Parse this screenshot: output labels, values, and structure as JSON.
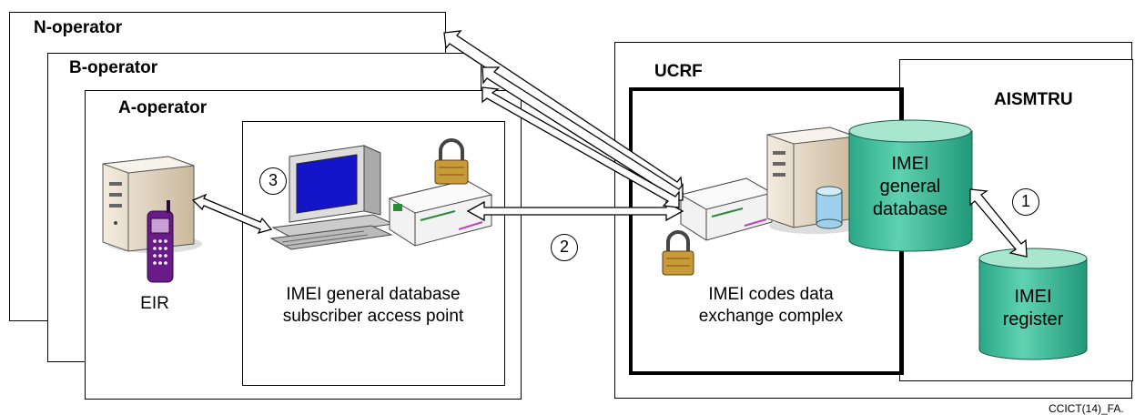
{
  "operators": {
    "n": {
      "label": "N-operator"
    },
    "b": {
      "label": "B-operator"
    },
    "a": {
      "label": "A-operator"
    }
  },
  "eir": {
    "label": "EIR"
  },
  "access_point": {
    "label": "IMEI general database subscriber access point"
  },
  "ucrf": {
    "label": "UCRF"
  },
  "exchange": {
    "label": "IMEI codes data exchange complex"
  },
  "aismtru": {
    "label": "AISMTRU"
  },
  "general_db": {
    "label": "IMEI general database"
  },
  "register_db": {
    "label": "IMEI register"
  },
  "steps": {
    "one": "1",
    "two": "2",
    "three": "3"
  },
  "footer_ref": "CCICT(14)_FA.",
  "colors": {
    "db_fill": "#3cbf9a",
    "db_top": "#a8e6cf",
    "screen": "#1414c8",
    "server": "#e8dcc8"
  }
}
